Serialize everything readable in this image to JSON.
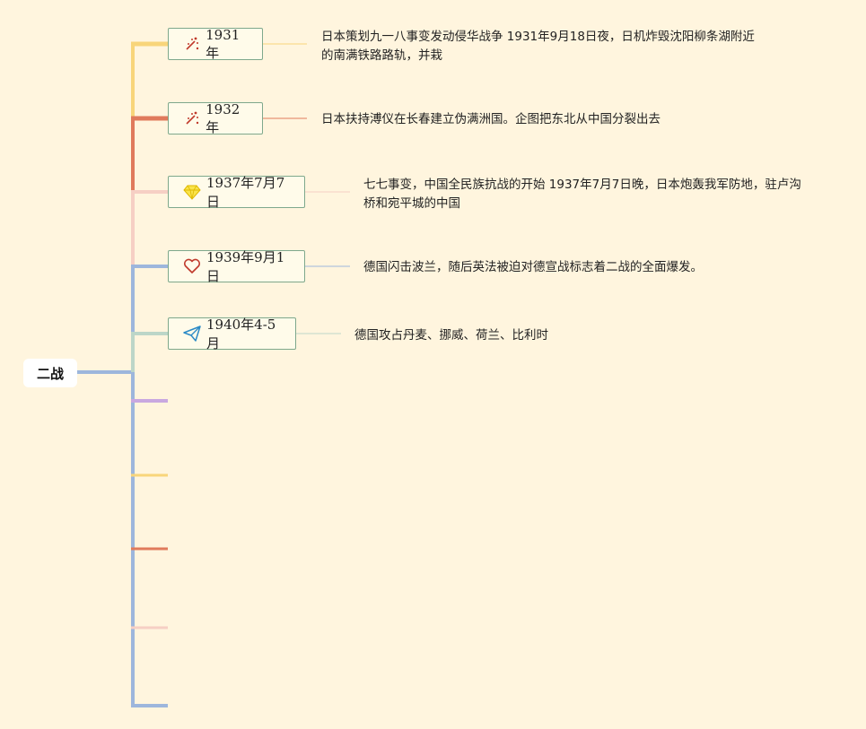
{
  "root": {
    "label": "二战"
  },
  "events": [
    {
      "date": "1931年",
      "icon": "fireworks-icon",
      "desc": "日本策划九一八事变发动侵华战争 1931年9月18日夜，日机炸毁沈阳柳条湖附近的南满铁路路轨，并栽"
    },
    {
      "date": "1932年",
      "icon": "fireworks-icon",
      "desc": "日本扶持溥仪在长春建立伪满洲国。企图把东北从中国分裂出去"
    },
    {
      "date": "1937年7月7日",
      "icon": "diamond-icon",
      "desc": "七七事变，中国全民族抗战的开始 1937年7月7日晚，日本炮轰我军防地，驻卢沟桥和宛平城的中国"
    },
    {
      "date": "1939年9月1日",
      "icon": "heart-icon",
      "desc": "德国闪击波兰，随后英法被迫对德宣战标志着二战的全面爆发。"
    },
    {
      "date": "1940年4-5月",
      "icon": "paper-plane-icon",
      "desc": "德国攻占丹麦、挪威、荷兰、比利时"
    }
  ],
  "colors": {
    "background": "#fff5de",
    "trunk": "#9db6dc",
    "branch_palette": [
      "#f8d57a",
      "#e07a5c",
      "#f6cfc4",
      "#9db6dc",
      "#bcd6c8",
      "#c9a8e0",
      "#f8d57a",
      "#e07a5c",
      "#f6cfc4",
      "#9db6dc"
    ],
    "node_border": "#7ea88c"
  }
}
